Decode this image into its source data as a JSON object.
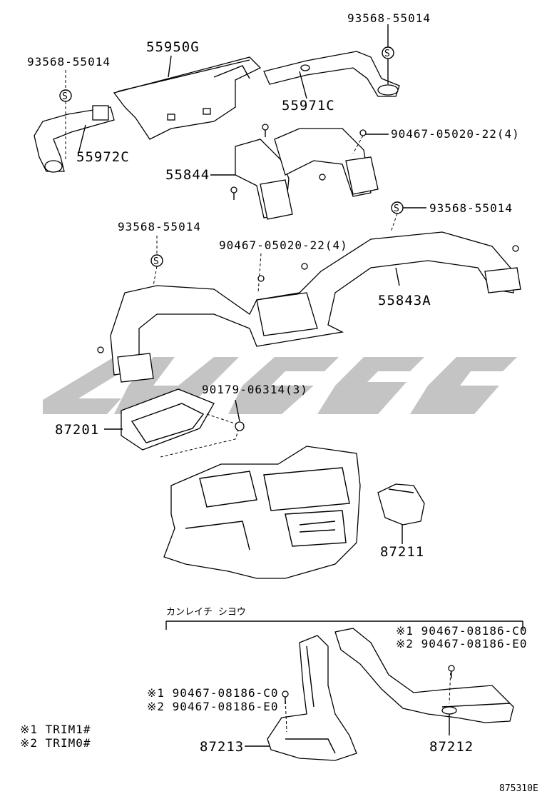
{
  "watermark_color": "#c4c4c4",
  "labels": {
    "p93568_top": "93568-55014",
    "p55950G": "55950G",
    "p93568_left": "93568-55014",
    "p55971C": "55971C",
    "p55972C": "55972C",
    "p90467_a": "90467-05020-22(4)",
    "p55844": "55844",
    "p93568_right": "93568-55014",
    "p93568_mid": "93568-55014",
    "p90467_b": "90467-05020-22(4)",
    "p55843A": "55843A",
    "p90179": "90179-06314(3)",
    "p87201": "87201",
    "p87211": "87211",
    "kanji": "カンレイチ シヨウ",
    "n1_90467_c0": "※1 90467-08186-C0",
    "n2_90467_e0": "※2 90467-08186-E0",
    "n1_90467_c0b": "※1 90467-08186-C0",
    "n2_90467_e0b": "※2 90467-08186-E0",
    "p87213": "87213",
    "p87212": "87212",
    "note1": "※1  TRIM1#",
    "note2": "※2  TRIM0#",
    "fig_code": "875310E",
    "s_symbol": "S"
  }
}
